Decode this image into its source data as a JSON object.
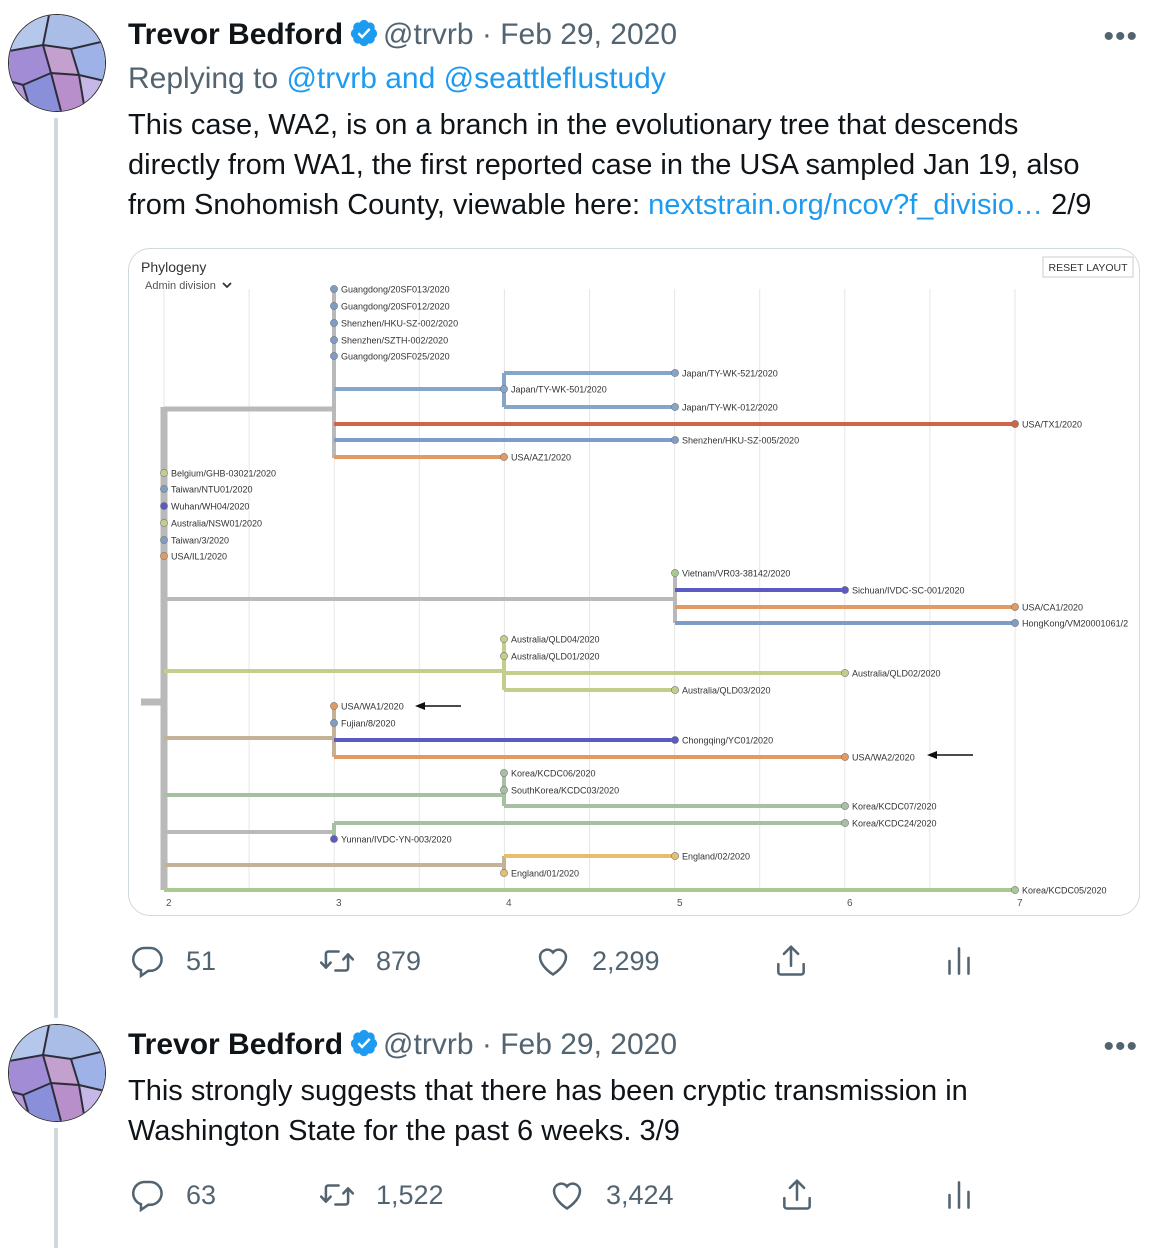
{
  "tweets": [
    {
      "name": "Trevor Bedford",
      "handle": "@trvrb",
      "separator": "·",
      "date": "Feb 29, 2020",
      "more": "•••",
      "replying_prefix": "Replying to",
      "replying_to": "@trvrb and @seattleflustudy",
      "text_lines": [
        "This case, WA2, is on a branch in the evolutionary tree that descends",
        "directly from WA1, the first reported case in the USA sampled Jan 19, also",
        "from Snohomish County, viewable here: "
      ],
      "link": "nextstrain.org/ncov?f_divisio…",
      "suffix": " 2/9",
      "stats": {
        "replies": "51",
        "retweets": "879",
        "likes": "2,299"
      }
    },
    {
      "name": "Trevor Bedford",
      "handle": "@trvrb",
      "separator": "·",
      "date": "Feb 29, 2020",
      "more": "•••",
      "text_lines": [
        "This strongly suggests that there has been cryptic transmission in",
        "Washington State for the past 6 weeks. 3/9"
      ],
      "stats": {
        "replies": "63",
        "retweets": "1,522",
        "likes": "3,424"
      }
    }
  ],
  "phylogeny": {
    "title": "Phylogeny",
    "dropdown": "Admin division",
    "reset": "RESET LAYOUT",
    "x_ticks": [
      "2",
      "3",
      "4",
      "5",
      "6",
      "7"
    ],
    "colors": {
      "grey": "#b9b9b9",
      "blue": "#86a6c9",
      "steel": "#7f9cc7",
      "red": "#d0644a",
      "orange": "#e39a62",
      "olive": "#c3cd8c",
      "tan": "#c3b298",
      "purple": "#5b59c4",
      "sage": "#a7c0a4",
      "gold": "#e6bf6e",
      "green": "#a9c993"
    },
    "tip_labels": [
      "Guangdong/20SF013/2020",
      "Guangdong/20SF012/2020",
      "Shenzhen/HKU-SZ-002/2020",
      "Shenzhen/SZTH-002/2020",
      "Guangdong/20SF025/2020",
      "Japan/TY-WK-521/2020",
      "Japan/TY-WK-501/2020",
      "Japan/TY-WK-012/2020",
      "USA/TX1/2020",
      "Shenzhen/HKU-SZ-005/2020",
      "USA/AZ1/2020",
      "Belgium/GHB-03021/2020",
      "Taiwan/NTU01/2020",
      "Wuhan/WH04/2020",
      "Australia/NSW01/2020",
      "Taiwan/3/2020",
      "USA/IL1/2020",
      "Vietnam/VR03-38142/2020",
      "Sichuan/IVDC-SC-001/2020",
      "USA/CA1/2020",
      "HongKong/VM20001061/2",
      "Australia/QLD04/2020",
      "Australia/QLD01/2020",
      "Australia/QLD02/2020",
      "Australia/QLD03/2020",
      "USA/WA1/2020",
      "Fujian/8/2020",
      "Chongqing/YC01/2020",
      "USA/WA2/2020",
      "Korea/KCDC06/2020",
      "SouthKorea/KCDC03/2020",
      "Korea/KCDC07/2020",
      "Korea/KCDC24/2020",
      "Yunnan/IVDC-YN-003/2020",
      "England/02/2020",
      "England/01/2020",
      "Korea/KCDC05/2020"
    ]
  }
}
